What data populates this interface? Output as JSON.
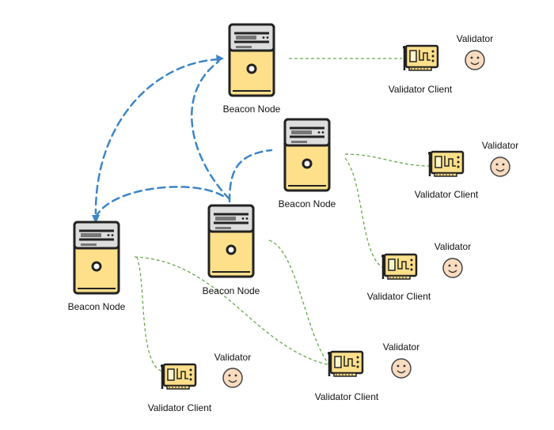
{
  "labels": {
    "beacon_node": "Beacon Node",
    "validator_client": "Validator Client",
    "validator": "Validator"
  },
  "icons": {
    "server": "server-icon",
    "validator_client": "circuit-card-icon",
    "validator": "smiley-face-icon"
  },
  "colors": {
    "beacon_link": "#3d85c6",
    "client_link": "#6aa84f",
    "server_body": "#ffe08a",
    "server_top": "#dddddd",
    "card_body": "#ffe08a",
    "face": "#f9dcc0",
    "outline": "#222222"
  }
}
